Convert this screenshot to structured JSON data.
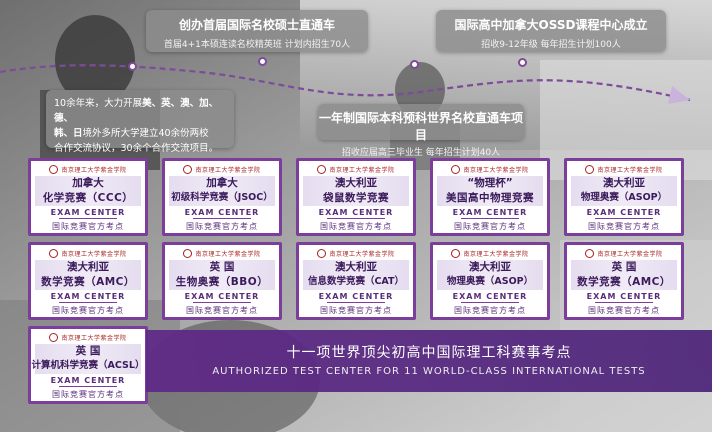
{
  "colors": {
    "accent": "#7b3f9b",
    "banner": "#5f2887",
    "callout_bg": "#8c8c8c"
  },
  "timeline": {
    "callout_1": {
      "title": "创办首届国际名校硕士直通车",
      "subtitle": "首届4+1本硕连读名校精英班 计划内招生70人"
    },
    "callout_2": {
      "title": "国际高中加拿大OSSD课程中心成立",
      "subtitle": "招收9-12年级 每年招生计划100人"
    },
    "callout_3": {
      "title": "一年制国际本科预科世界名校直通车项目",
      "subtitle": "招收应届高三毕业生 每年招生计划40人"
    },
    "callout_left": {
      "line1_a": "10余年来，大力开展",
      "line1_b": "美、英、澳、加、德、",
      "line2_a": "韩、日",
      "line2_b": "境外多所大学建立40余份两校",
      "line3": "合作交流协议，30余个合作交流项目。"
    }
  },
  "cards": [
    {
      "school": "南京理工大学紫金学院",
      "line1": "加拿大",
      "line2": "化学竞赛（CCC）",
      "exam_center": "EXAM  CENTER",
      "official": "国际竞赛官方考点"
    },
    {
      "school": "南京理工大学紫金学院",
      "line1": "加拿大",
      "line2": "初级科学竞赛（JSOC）",
      "exam_center": "EXAM  CENTER",
      "official": "国际竞赛官方考点"
    },
    {
      "school": "南京理工大学紫金学院",
      "line1": "澳大利亚",
      "line2": "袋鼠数学竞赛",
      "exam_center": "EXAM  CENTER",
      "official": "国际竞赛官方考点"
    },
    {
      "school": "南京理工大学紫金学院",
      "line1": "“物理杯”",
      "line2": "美国高中物理竞赛",
      "exam_center": "EXAM  CENTER",
      "official": "国际竞赛官方考点"
    },
    {
      "school": "南京理工大学紫金学院",
      "line1": "澳大利亚",
      "line2": "物理奥赛（ASOP）",
      "exam_center": "EXAM  CENTER",
      "official": "国际竞赛官方考点"
    },
    {
      "school": "南京理工大学紫金学院",
      "line1": "澳大利亚",
      "line2": "数学竞赛（AMC）",
      "exam_center": "EXAM  CENTER",
      "official": "国际竞赛官方考点"
    },
    {
      "school": "南京理工大学紫金学院",
      "line1": "英  国",
      "line2": "生物奥赛（BBO）",
      "exam_center": "EXAM  CENTER",
      "official": "国际竞赛官方考点"
    },
    {
      "school": "南京理工大学紫金学院",
      "line1": "澳大利亚",
      "line2": "信息数学竞赛（CAT）",
      "exam_center": "EXAM  CENTER",
      "official": "国际竞赛官方考点"
    },
    {
      "school": "南京理工大学紫金学院",
      "line1": "澳大利亚",
      "line2": "物理奥赛（ASOP）",
      "exam_center": "EXAM  CENTER",
      "official": "国际竞赛官方考点"
    },
    {
      "school": "南京理工大学紫金学院",
      "line1": "英  国",
      "line2": "数学竞赛（AMC）",
      "exam_center": "EXAM  CENTER",
      "official": "国际竞赛官方考点"
    },
    {
      "school": "南京理工大学紫金学院",
      "line1": "英  国",
      "line2": "计算机科学竞赛（ACSL）",
      "exam_center": "EXAM  CENTER",
      "official": "国际竞赛官方考点"
    }
  ],
  "banner": {
    "title": "十一项世界顶尖初高中国际理工科赛事考点",
    "subtitle": "AUTHORIZED TEST CENTER FOR 11 WORLD-CLASS  INTERNATIONAL  TESTS"
  }
}
